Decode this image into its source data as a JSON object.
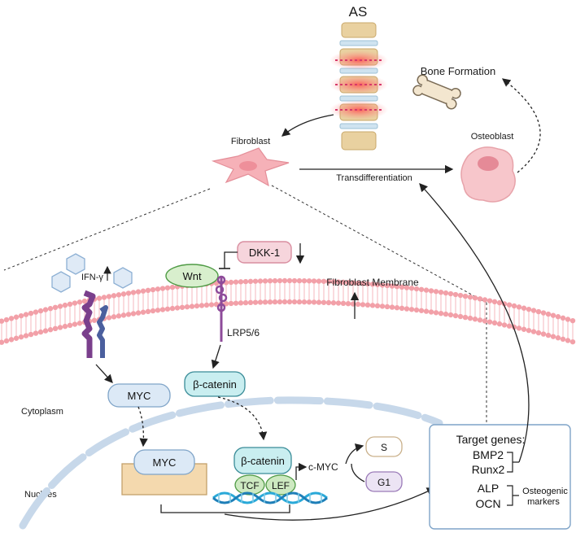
{
  "title": "AS",
  "labels": {
    "bone_formation": "Bone Formation",
    "osteoblast": "Osteoblast",
    "fibroblast": "Fibroblast",
    "transdifferentiation": "Transdifferentiation",
    "ifn_gamma": "IFN-γ",
    "dkk1": "DKK-1",
    "wnt": "Wnt",
    "lrp": "LRP5/6",
    "fibroblast_membrane": "Fibroblast Membrane",
    "cytoplasm": "Cytoplasm",
    "nucleus": "Nuclues",
    "myc_cytoplasm": "MYC",
    "myc_nucleus": "MYC",
    "beta_catenin_cytoplasm": "β-catenin",
    "beta_catenin_nucleus": "β-catenin",
    "tcf": "TCF",
    "lef": "LEF",
    "c_myc": "c-MYC",
    "s_phase": "S",
    "g1_phase": "G1"
  },
  "target_box": {
    "title": "Target genes:",
    "genes": [
      "BMP2",
      "Runx2",
      "ALP",
      "OCN"
    ],
    "bracket_label_1": "Osteogenic",
    "bracket_label_2": "markers"
  },
  "colors": {
    "membrane": "#f2a0a8",
    "box_blue_fill": "#dce9f6",
    "box_blue_stroke": "#7fa4c8",
    "wnt_green": "#d8efcd",
    "dkk_pink": "#f6d5dc",
    "receptor_purple": "#8e4b9a",
    "nucleus_box": "#f4d9ae",
    "cyan_box": "#c9eef0",
    "dna_blue": "#2aa9d8",
    "lavender": "#ece4f4"
  },
  "icons": [
    "spine-icon",
    "bone-icon",
    "osteoblast-cell-icon",
    "fibroblast-cell-icon",
    "hexagon-icon",
    "dna-icon",
    "receptor-icon"
  ]
}
